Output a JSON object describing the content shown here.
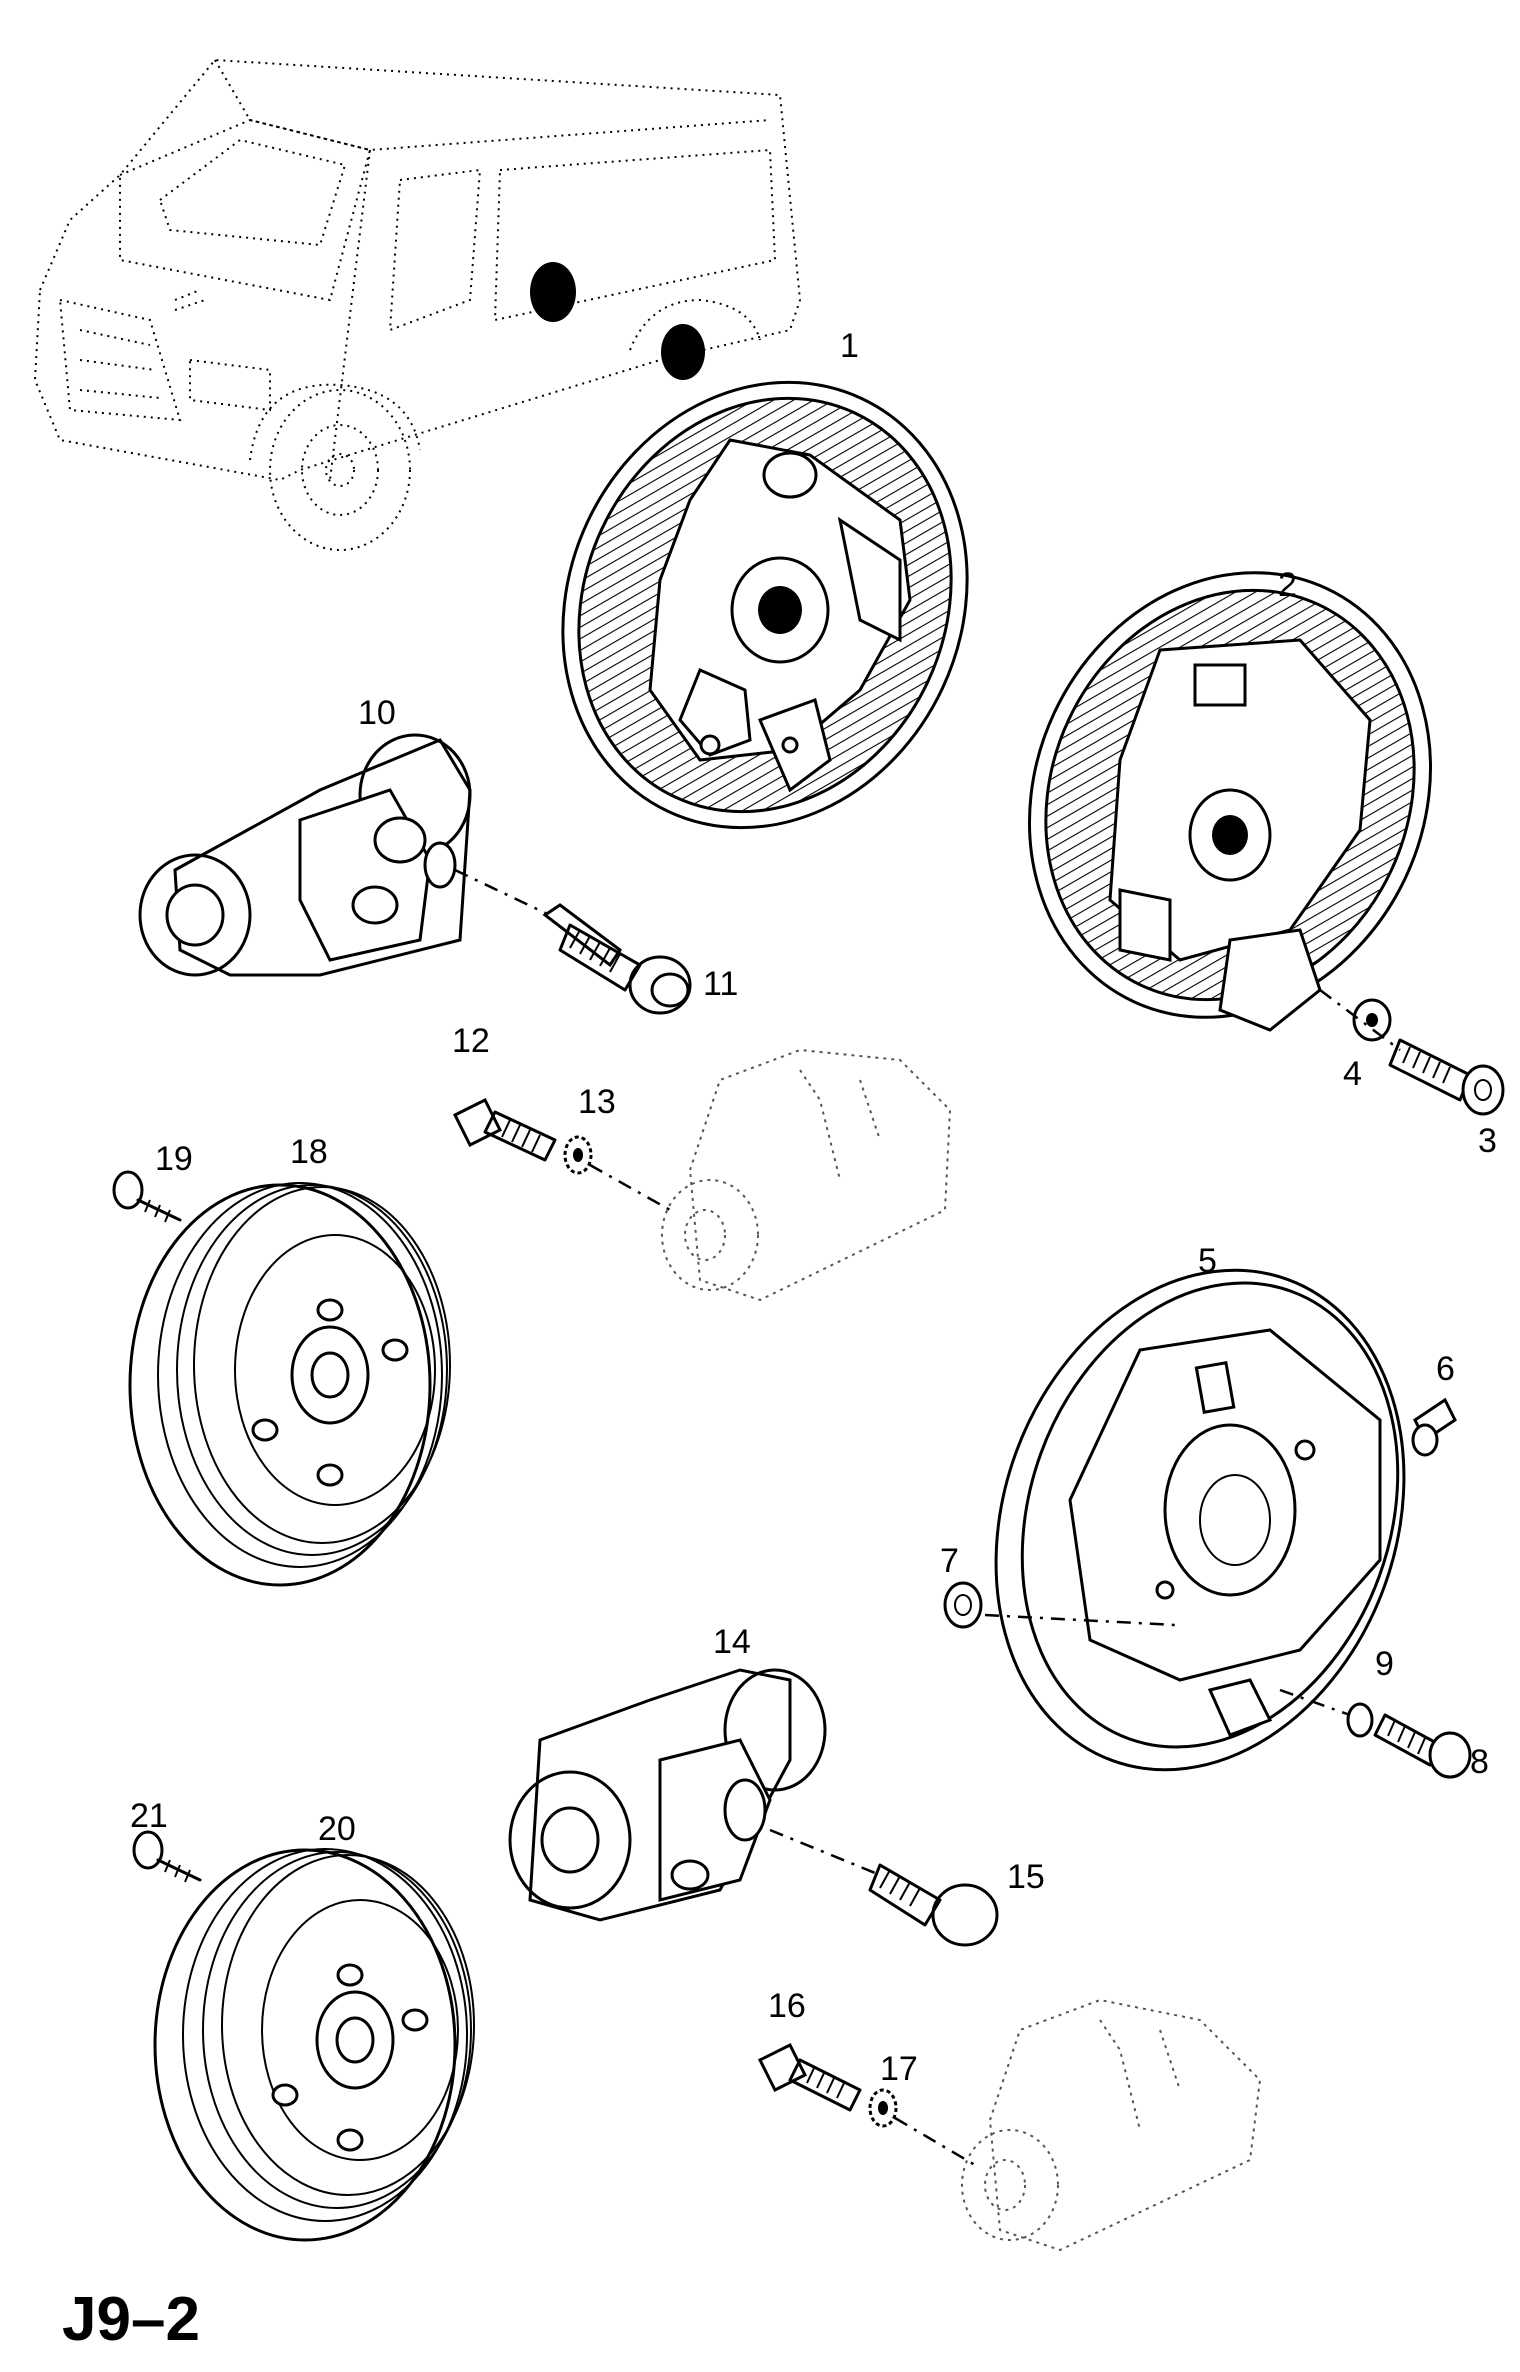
{
  "diagram_code": "J9–2",
  "callouts": [
    "1",
    "2",
    "3",
    "4",
    "5",
    "6",
    "7",
    "8",
    "9",
    "10",
    "11",
    "12",
    "13",
    "14",
    "15",
    "16",
    "17",
    "18",
    "19",
    "20",
    "21"
  ]
}
